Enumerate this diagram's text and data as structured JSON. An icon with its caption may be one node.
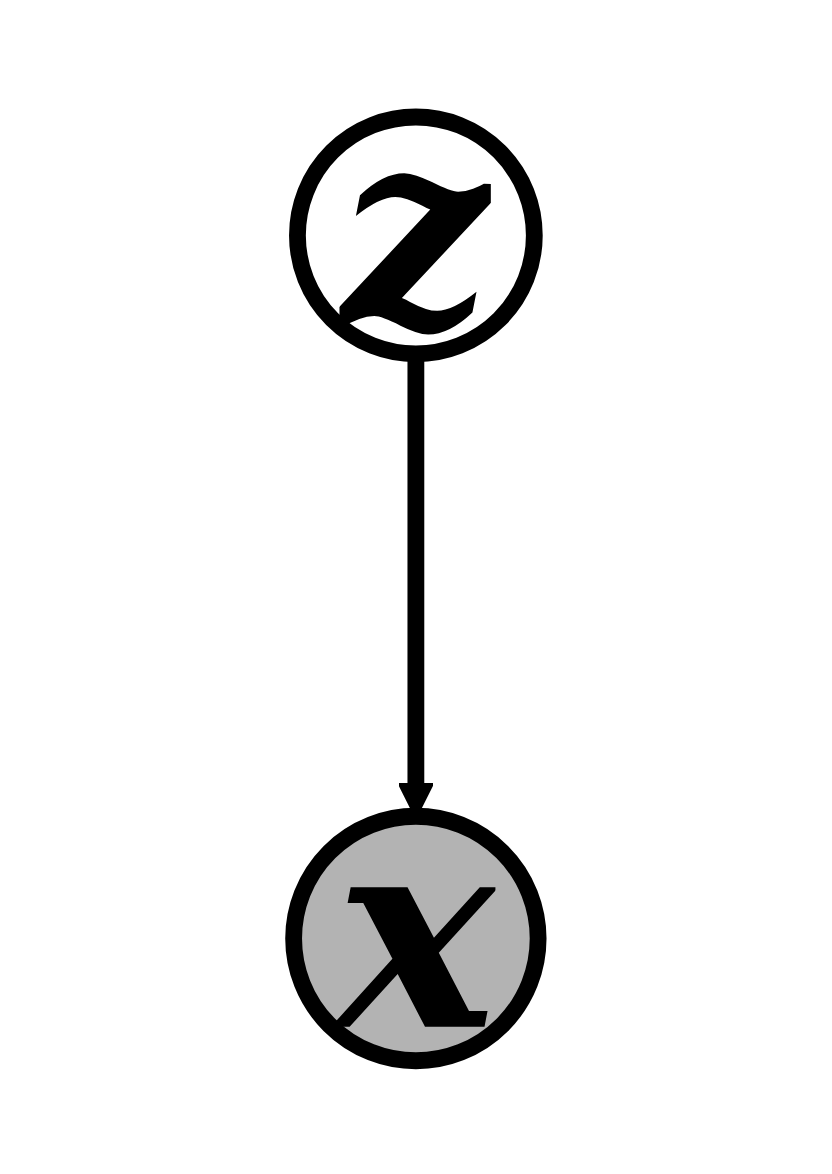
{
  "diagram": {
    "nodes": [
      {
        "text": [
          "z"
        ]
      },
      {
        "text": [
          "x"
        ]
      }
    ],
    "edges": [
      {
        "from": 0,
        "to": 1,
        "arrow": "to"
      }
    ]
  }
}
